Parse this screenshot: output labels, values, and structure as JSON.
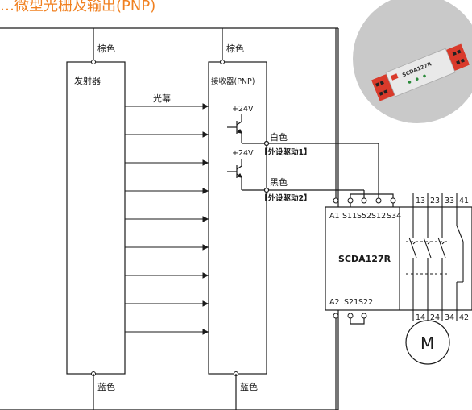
{
  "title": "…微型光栅及输出(PNP)",
  "emitter": {
    "label": "发射器",
    "top_wire": "棕色",
    "bottom_wire": "蓝色",
    "beam_label": "光幕"
  },
  "receiver": {
    "label": "接收器(PNP)",
    "top_wire": "棕色",
    "bottom_wire": "蓝色",
    "supply_1": "+24V",
    "supply_2": "+24V",
    "out1_color": "白色",
    "out1_desc": "【外设驱动1】",
    "out2_color": "黑色",
    "out2_desc": "【外设驱动2】"
  },
  "relay": {
    "model": "SCDA127R",
    "top_terminals": [
      "A1",
      "S11",
      "S52",
      "S12",
      "S34"
    ],
    "bottom_terminals": [
      "A2",
      "S21",
      "S22"
    ],
    "contact_top": [
      "13",
      "23",
      "33",
      "41"
    ],
    "contact_bottom": [
      "14",
      "24",
      "34",
      "42"
    ]
  },
  "motor": {
    "label": "M"
  },
  "photo": {
    "product_text": "SCDA127R"
  },
  "colors": {
    "line": "#1a1a1a",
    "title": "#f08020",
    "photo_bg": "#c9c9c9",
    "device_red": "#d93a2b"
  }
}
